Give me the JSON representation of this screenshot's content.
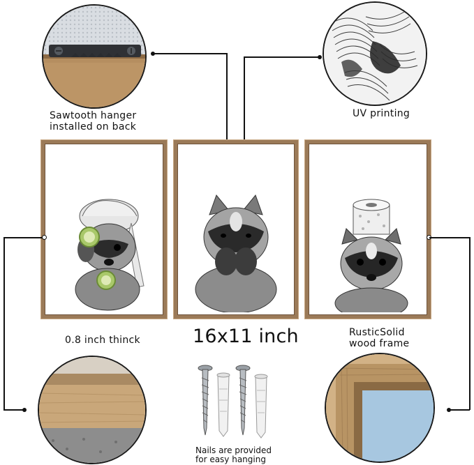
{
  "labels": {
    "hanger_line1": "Sawtooth hanger",
    "hanger_line2": "installed on back",
    "uv": "UV printing",
    "thickness": "0.8 inch thinck",
    "size": "16x11 inch",
    "frame_line1": "RusticSolid",
    "frame_line2": "wood frame",
    "nails_line1": "Nails are provided",
    "nails_line2": "for easy hanging"
  },
  "colors": {
    "frame_wood": "#9b7a58",
    "wood_light": "#c9a77a",
    "line": "#111111",
    "sky_blue": "#8fb7d6"
  },
  "icons": [
    "sawtooth-hanger-icon",
    "fur-texture-icon",
    "frame-edge-icon",
    "frame-corner-icon",
    "screw-icon",
    "wall-anchor-icon"
  ]
}
